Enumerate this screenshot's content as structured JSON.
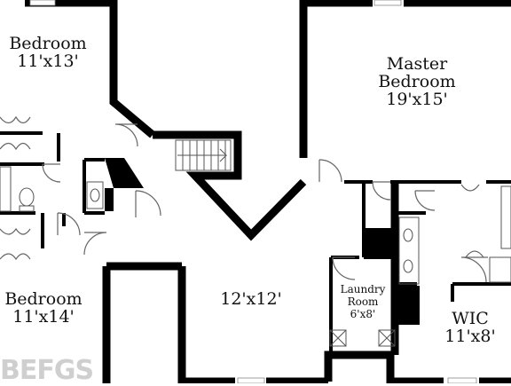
{
  "rooms": {
    "bedroom_top_left": {
      "name": "Bedroom",
      "size": "11'x13'"
    },
    "master_bedroom": {
      "name_line1": "Master",
      "name_line2": "Bedroom",
      "size": "19'x15'"
    },
    "bedroom_bottom_left": {
      "name": "Bedroom",
      "size": "11'x14'"
    },
    "center_room": {
      "size": "12'x12'"
    },
    "laundry_room": {
      "name_line1": "Laundry",
      "name_line2": "Room",
      "size": "6'x8'"
    },
    "wic": {
      "name": "WIC",
      "size": "11'x8'"
    }
  },
  "watermark": {
    "text": "BEFGS"
  },
  "colors": {
    "wall": "#000000",
    "fixture": "#555555",
    "window": "#ffffff"
  }
}
